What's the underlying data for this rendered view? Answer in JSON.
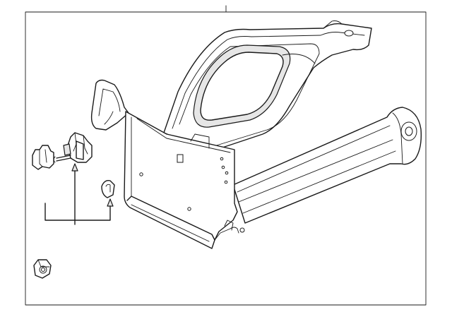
{
  "diagram": {
    "parts": [
      {
        "id": "mounting-bracket",
        "icon": "bracket-drawing"
      },
      {
        "id": "connector-clip",
        "icon": "clip-drawing"
      },
      {
        "id": "sensor-connector",
        "icon": "connector-drawing"
      },
      {
        "id": "flange-nut",
        "icon": "nut-drawing"
      }
    ],
    "colors": {
      "line": "#1a1a1a",
      "background": "#ffffff",
      "shade": "#e6e6e6"
    }
  }
}
